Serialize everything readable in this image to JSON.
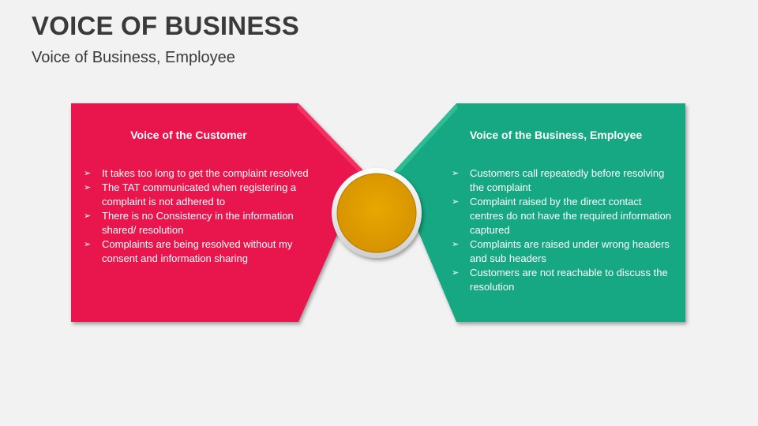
{
  "title": "VOICE OF BUSINESS",
  "subtitle": "Voice of Business, Employee",
  "colors": {
    "left_panel": "#e8194d",
    "right_panel": "#12a882",
    "center_circle": "#e0a000",
    "background": "#f2f2f2"
  },
  "left": {
    "heading": "Voice of the Customer",
    "items": [
      "It takes too long to get the complaint resolved",
      "The TAT communicated when registering a complaint is not adhered to",
      "There is no Consistency in the information shared/ resolution",
      "Complaints are being resolved without my consent and information sharing"
    ]
  },
  "right": {
    "heading": "Voice of the Business, Employee",
    "items": [
      "Customers call repeatedly before resolving the complaint",
      "Complaint raised by the direct contact centres do not have the required information captured",
      "Complaints are raised under wrong headers and sub headers",
      "Customers are not reachable to discuss the resolution"
    ]
  },
  "bullet_icon": "arrow-bullet-icon"
}
